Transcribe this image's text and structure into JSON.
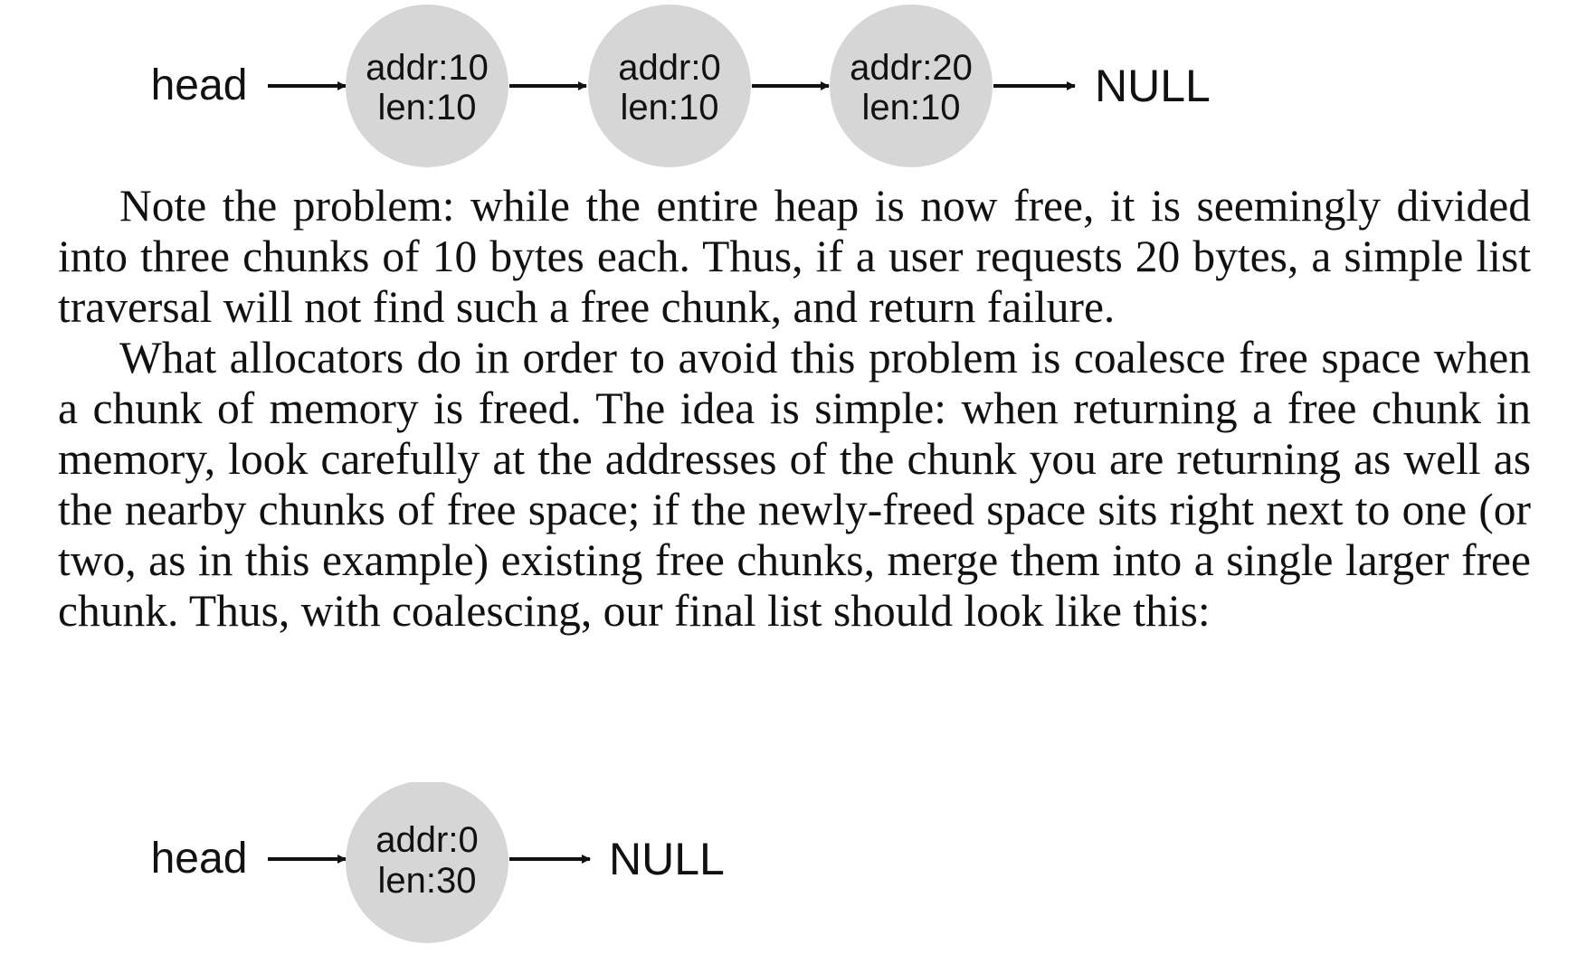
{
  "diagram_before": {
    "head_label": "head",
    "nodes": [
      {
        "addr": "addr:10",
        "len": "len:10"
      },
      {
        "addr": "addr:0",
        "len": "len:10"
      },
      {
        "addr": "addr:20",
        "len": "len:10"
      }
    ],
    "null_label": "NULL"
  },
  "paragraphs": [
    "Note the problem: while the entire heap is now free, it is seemingly divided into three chunks of 10 bytes each. Thus, if a user requests 20 bytes, a simple list traversal will not find such a free chunk, and return failure.",
    "What allocators do in order to avoid this problem is coalesce free space when a chunk of memory is freed. The idea is simple: when returning a free chunk in memory, look carefully at the addresses of the chunk you are returning as well as the nearby chunks of free space; if the newly-freed space sits right next to one (or two, as in this example) existing free chunks, merge them into a single larger free chunk. Thus, with coalescing, our final list should look like this:"
  ],
  "diagram_after": {
    "head_label": "head",
    "nodes": [
      {
        "addr": "addr:0",
        "len": "len:30"
      }
    ],
    "null_label": "NULL"
  },
  "colors": {
    "node_fill": "#d6d6d6",
    "text": "#111111"
  }
}
